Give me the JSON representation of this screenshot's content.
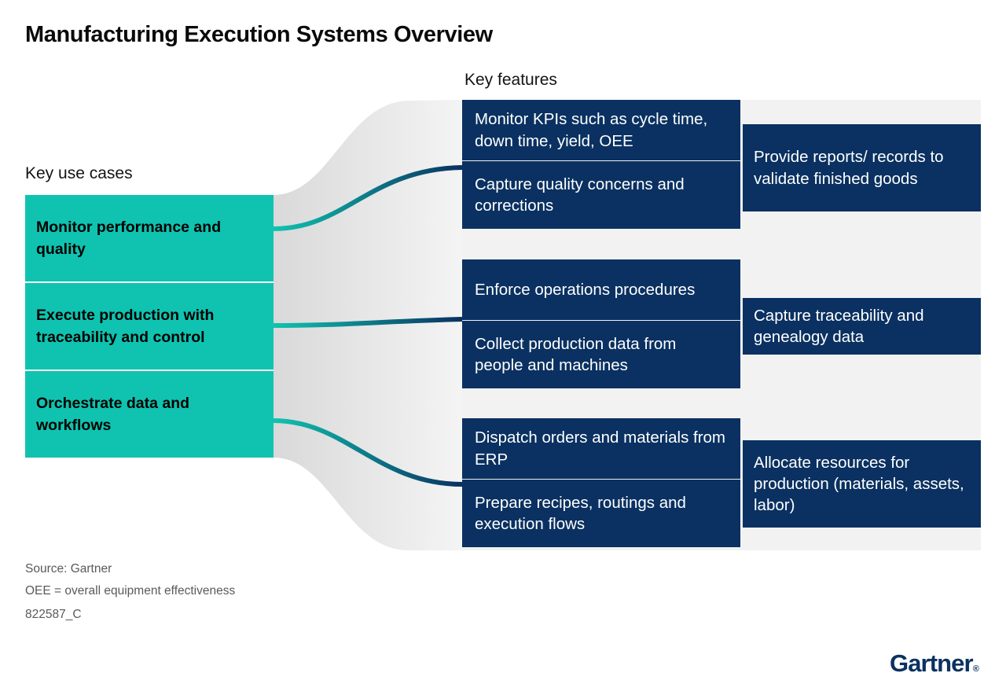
{
  "title": "Manufacturing Execution Systems Overview",
  "colors": {
    "teal": "#0FC3B0",
    "navy": "#0A3161",
    "panel_grey": "#F2F2F2",
    "text_dark": "#0A0A0A",
    "footnote_grey": "#5A5A5A"
  },
  "columns": {
    "use_cases_heading": "Key use cases",
    "features_heading": "Key features"
  },
  "use_cases": [
    {
      "label": "Monitor performance and quality"
    },
    {
      "label": "Execute production with traceability and control"
    },
    {
      "label": "Orchestrate data and workflows"
    }
  ],
  "features": [
    {
      "label": "Monitor KPIs such as cycle time, down time, yield, OEE"
    },
    {
      "label": "Capture quality concerns and corrections"
    },
    {
      "label": "Enforce operations procedures"
    },
    {
      "label": "Collect production data from people and machines"
    },
    {
      "label": "Dispatch orders and materials from ERP"
    },
    {
      "label": "Prepare recipes, routings and execution flows"
    }
  ],
  "outcomes": [
    {
      "label": "Provide reports/ records to validate finished goods"
    },
    {
      "label": "Capture traceability and genealogy data"
    },
    {
      "label": "Allocate resources for production (materials, assets, labor)"
    }
  ],
  "footnotes": [
    "Source: Gartner",
    "OEE = overall equipment effectiveness",
    "822587_C"
  ],
  "logo": {
    "text": "Gartner",
    "registered_mark": "®"
  }
}
